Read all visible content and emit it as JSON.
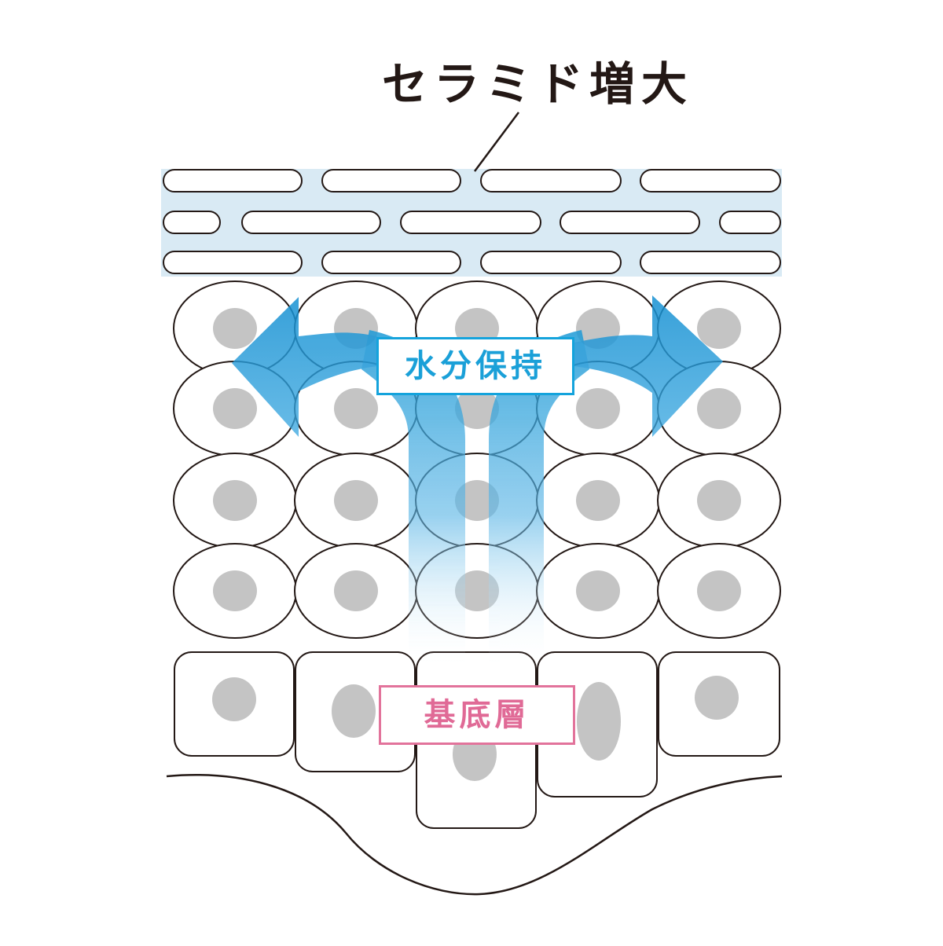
{
  "title": "セラミド増大",
  "labels": {
    "water_retention": "水分保持",
    "basal_layer": "基底層"
  },
  "colors": {
    "title_text": "#231815",
    "ceramide_band": "#d9eaf4",
    "arrow_blue": "#1e9ad6",
    "water_label": "#14a3dc",
    "basal_label": "#e2739b",
    "nucleus": "#c4c4c4",
    "outline": "#231815"
  },
  "layers": {
    "stratum_corneum_rows": 3,
    "spinous_rows": 4,
    "cells_per_row": 5,
    "basal_cells": 5
  }
}
